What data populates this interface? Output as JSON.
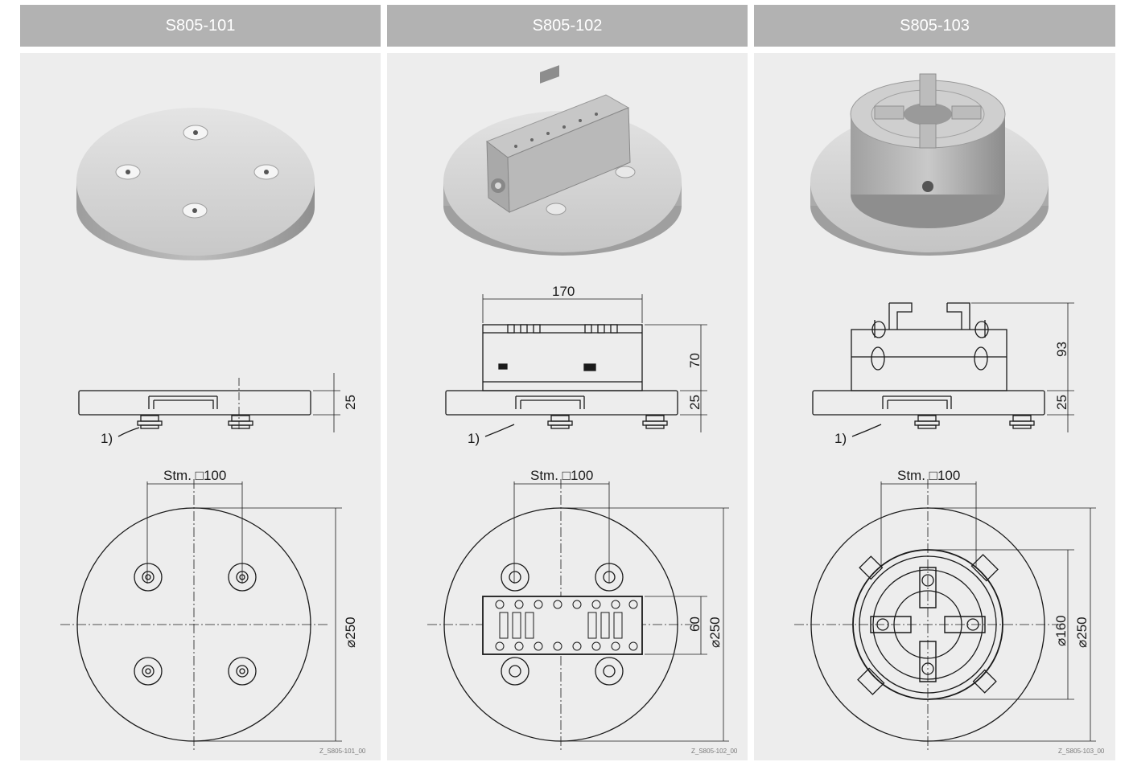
{
  "columns": [
    {
      "title": "S805-101",
      "code": "Z_S805-101_00",
      "stm_label": "Stm. □100",
      "note": "1)",
      "dims": {
        "height_plate": "25",
        "diameter": "⌀250"
      }
    },
    {
      "title": "S805-102",
      "code": "Z_S805-102_00",
      "stm_label": "Stm. □100",
      "note": "1)",
      "dims": {
        "width": "170",
        "height_vise": "70",
        "height_plate": "25",
        "vise_width": "60",
        "diameter": "⌀250"
      }
    },
    {
      "title": "S805-103",
      "code": "Z_S805-103_00",
      "stm_label": "Stm. □100",
      "note": "1)",
      "dims": {
        "height_chuck": "93",
        "height_plate": "25",
        "chuck_diameter": "⌀160",
        "diameter": "⌀250"
      }
    }
  ],
  "colors": {
    "header": "#b2b2b2",
    "panel": "#ededed",
    "line": "#1a1a1a"
  }
}
